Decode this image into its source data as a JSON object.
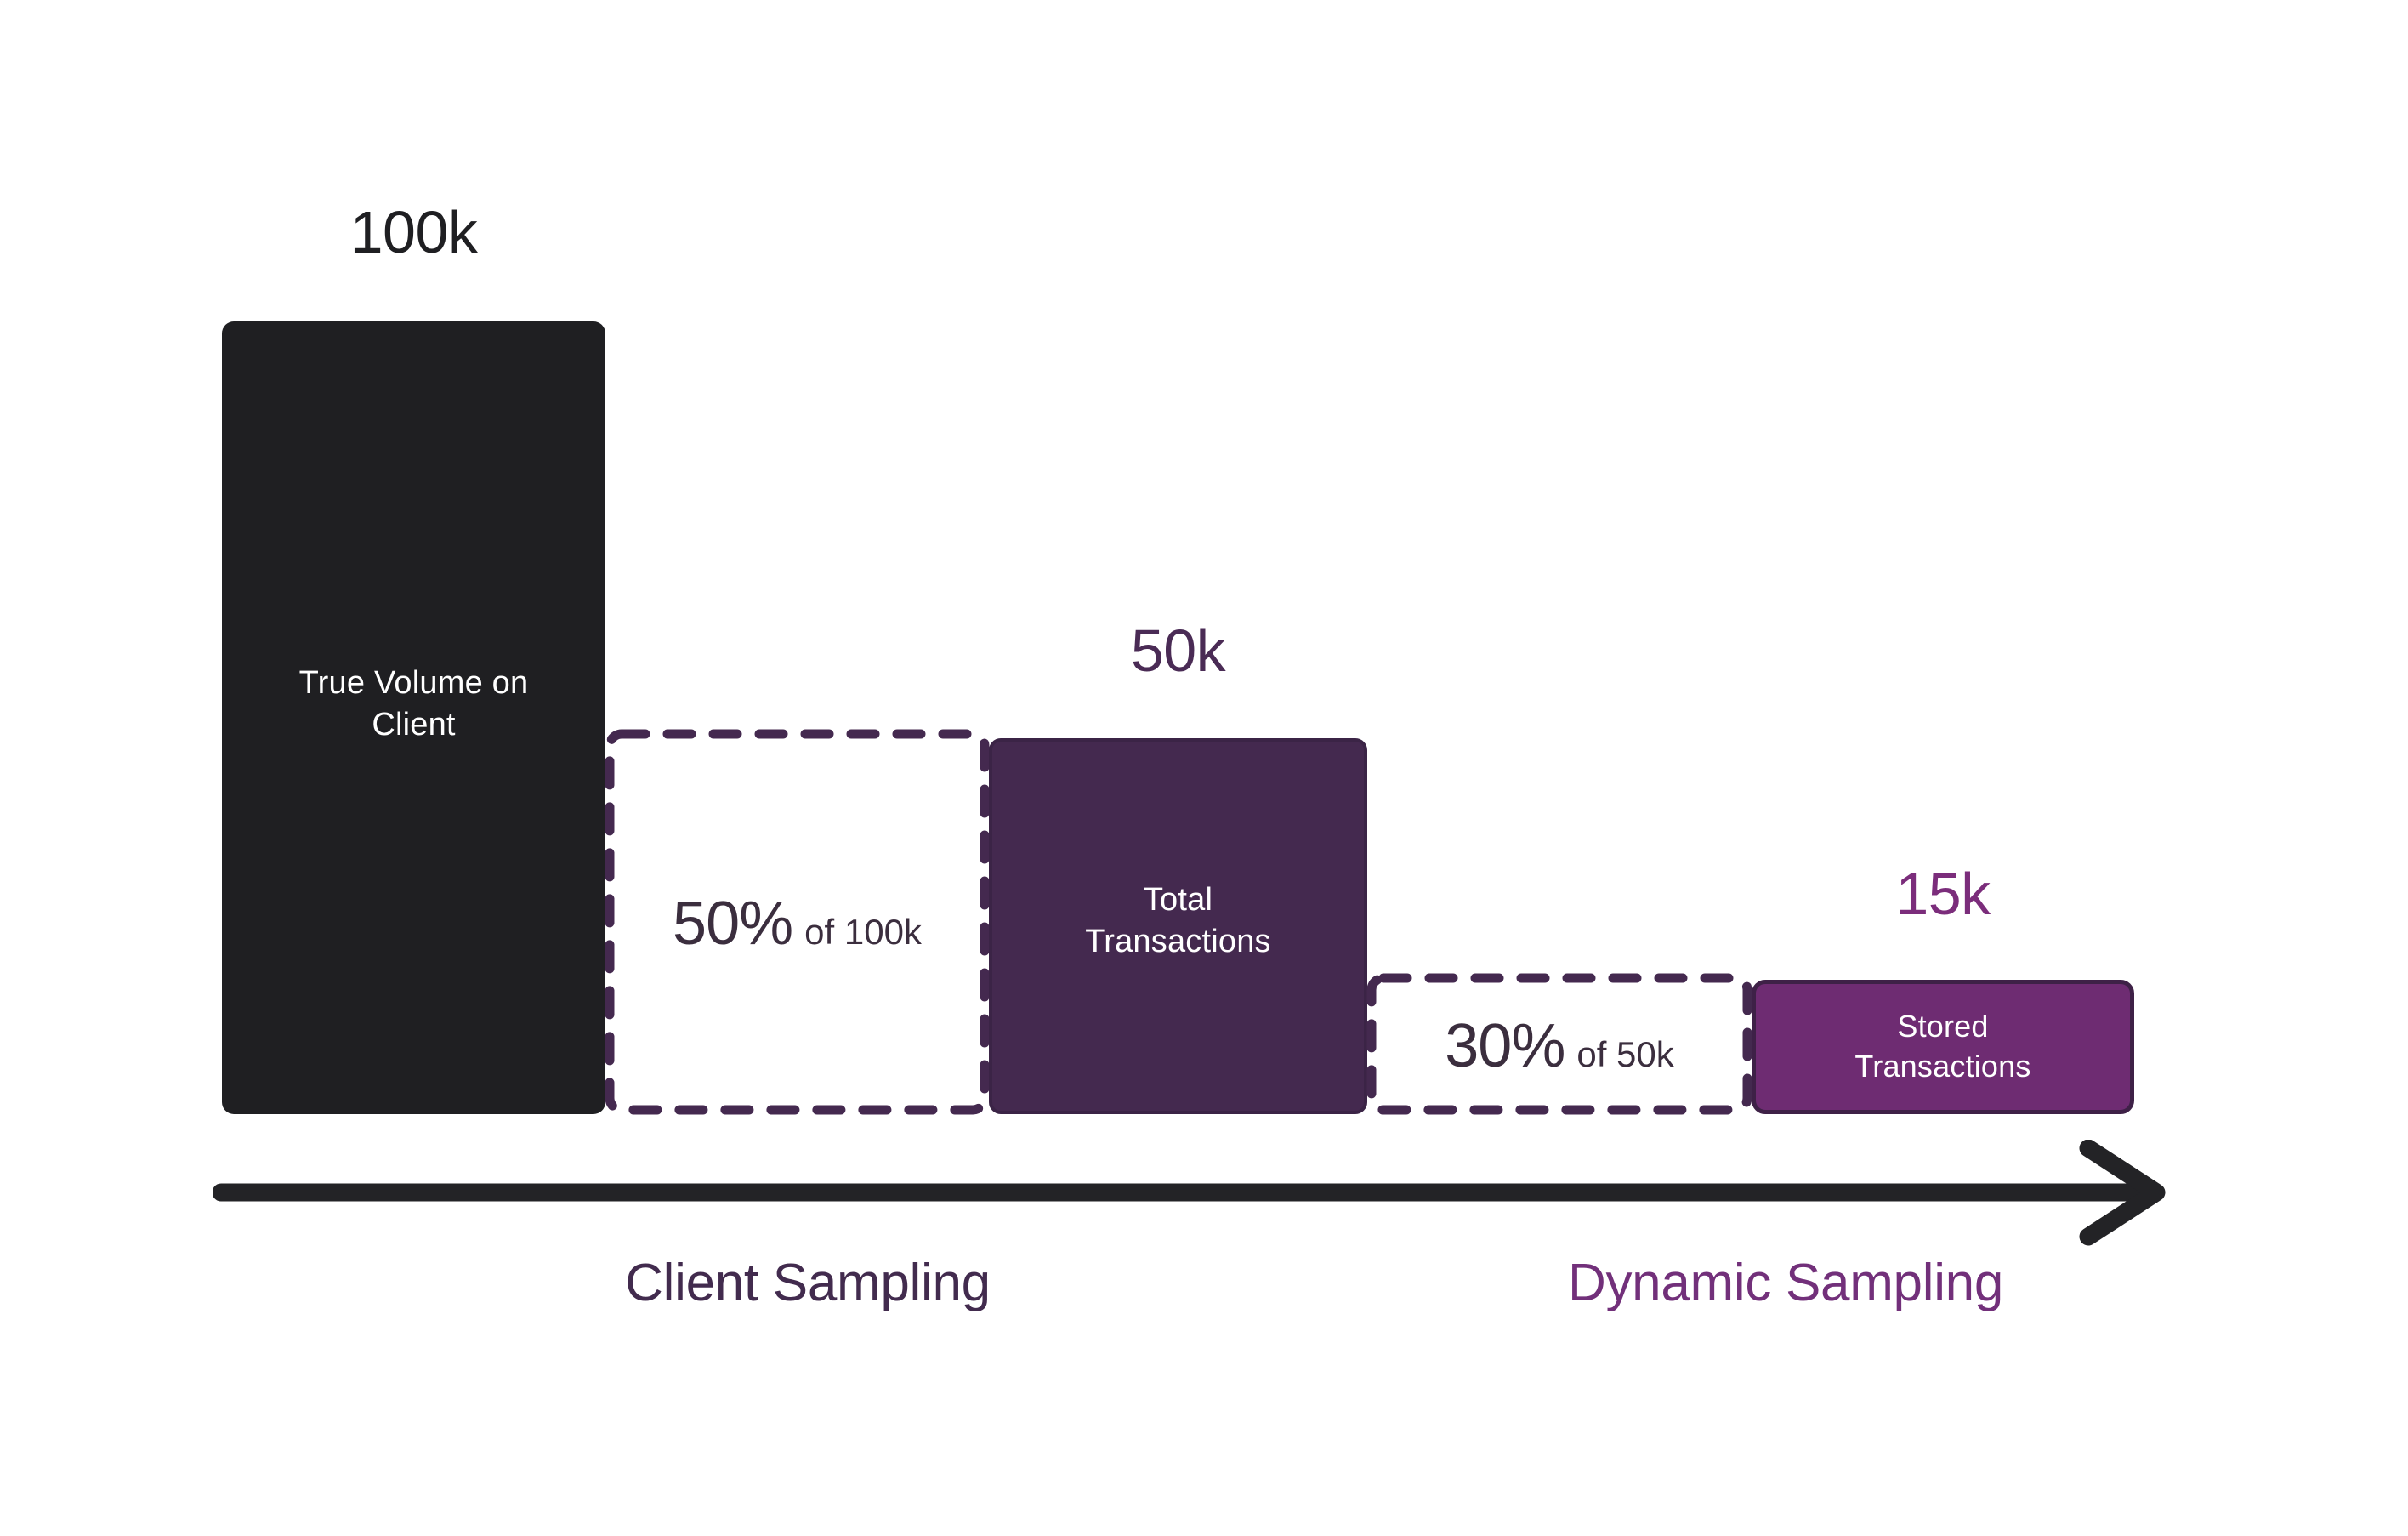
{
  "chart_data": {
    "type": "bar",
    "title": "",
    "xlabel": "",
    "ylabel": "",
    "categories": [
      "True Volume on Client",
      "Total Transactions",
      "Stored Transactions"
    ],
    "values": [
      100000,
      50000,
      15000
    ],
    "value_labels": [
      "100k",
      "50k",
      "15k"
    ],
    "ylim": [
      0,
      100000
    ],
    "grid": false,
    "legend": "none",
    "stages": [
      {
        "name": "Client Sampling",
        "rate_percent": 50,
        "rate_label": "50%",
        "of_label": "of 100k",
        "input": 100000,
        "output": 50000
      },
      {
        "name": "Dynamic Sampling",
        "rate_percent": 30,
        "rate_label": "30%",
        "of_label": "of 50k",
        "input": 50000,
        "output": 15000
      }
    ]
  },
  "bars": {
    "true_volume": {
      "value_label": "100k",
      "caption_line1": "True Volume on",
      "caption_line2": "Client"
    },
    "total_transactions": {
      "value_label": "50k",
      "caption_line1": "Total",
      "caption_line2": "Transactions"
    },
    "stored_transactions": {
      "value_label": "15k",
      "caption_line1": "Stored",
      "caption_line2": "Transactions"
    }
  },
  "sampling_boxes": {
    "client": {
      "percent": "50%",
      "of_text": "of 100k"
    },
    "dynamic": {
      "percent": "30%",
      "of_text": "of 50k"
    }
  },
  "captions": {
    "client_sampling": "Client Sampling",
    "dynamic_sampling": "Dynamic Sampling"
  },
  "colors": {
    "background": "#FFFFFF",
    "black_bar": "#1F1F22",
    "dark_purple_bar": "#44294F",
    "bright_purple_bar": "#6E2C72",
    "dashed_border": "#44294F",
    "arrow": "#232326",
    "label_100k": "#1F1F22",
    "label_50k": "#4A2B55",
    "label_15k": "#7B2D7B",
    "caption_client": "#422B4E",
    "caption_dynamic": "#72307A",
    "percent_text": "#3B2E3E"
  }
}
